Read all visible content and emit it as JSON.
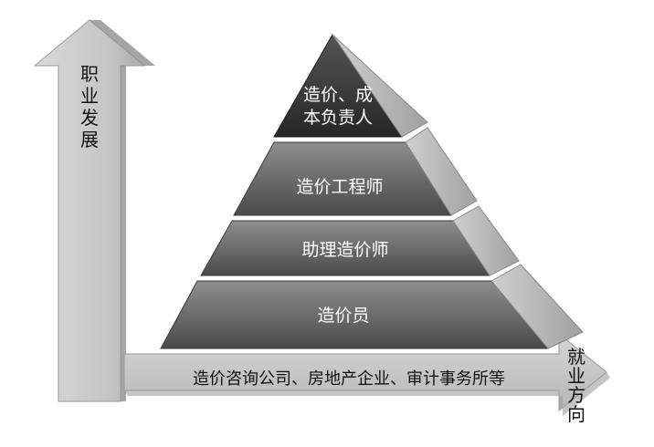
{
  "vertical_arrow": {
    "label": "职业发展"
  },
  "horizontal_arrow": {
    "label": "就业方向"
  },
  "base": {
    "text": "造价咨询公司、房地产企业、审计事务所等"
  },
  "pyramid": {
    "tiers": [
      {
        "lines": [
          "造价、成",
          "本负责人"
        ]
      },
      {
        "lines": [
          "造价工程师"
        ]
      },
      {
        "lines": [
          "助理造价师"
        ]
      },
      {
        "lines": [
          "造价员"
        ]
      }
    ]
  },
  "colors": {
    "arrow_face": "#c9c9c9",
    "arrow_dark": "#8f8f8f",
    "tier_top": "#2e2e2e",
    "tier_light": "#8a8a8a"
  }
}
